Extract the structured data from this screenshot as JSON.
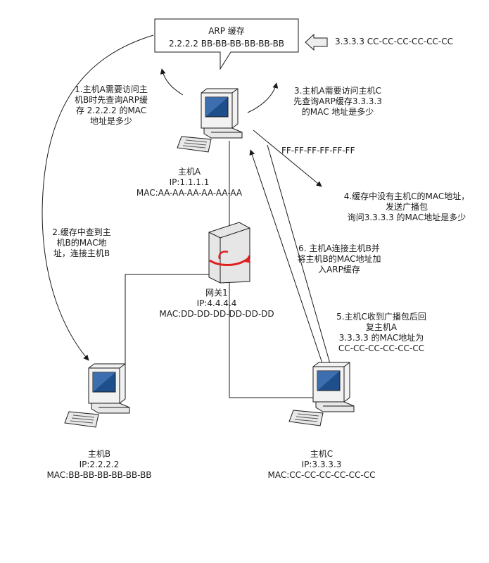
{
  "arp_cache": {
    "title": "ARP 缓存",
    "entry": "2.2.2.2 BB-BB-BB-BB-BB-BB",
    "incoming_entry": "3.3.3.3 CC-CC-CC-CC-CC-CC"
  },
  "hosts": {
    "a": {
      "name": "主机A",
      "ip": "IP:1.1.1.1",
      "mac": "MAC:AA-AA-AA-AA-AA-AA"
    },
    "b": {
      "name": "主机B",
      "ip": "IP:2.2.2.2",
      "mac": "MAC:BB-BB-BB-BB-BB-BB"
    },
    "c": {
      "name": "主机C",
      "ip": "IP:3.3.3.3",
      "mac": "MAC:CC-CC-CC-CC-CC-CC"
    }
  },
  "gateway": {
    "name": "网关1",
    "ip": "IP:4.4.4.4",
    "mac": "MAC:DD-DD-DD-DD-DD-DD"
  },
  "broadcast_mac": "FF-FF-FF-FF-FF-FF",
  "steps": {
    "s1": [
      "1.主机A需要访问主",
      "机B时先查询ARP缓",
      "存 2.2.2.2 的MAC",
      "地址是多少"
    ],
    "s2": [
      "2.缓存中查到主",
      "机B的MAC地",
      "址，连接主机B"
    ],
    "s3": [
      "3.主机A需要访问主机C",
      "先查询ARP缓存3.3.3.3",
      "的MAC 地址是多少"
    ],
    "s4": [
      "4.缓存中没有主机C的MAC地址，",
      "发送广播包",
      "询问3.3.3.3 的MAC地址是多少"
    ],
    "s5": [
      "5.主机C收到广播包后回",
      "复主机A",
      "3.3.3.3 的MAC地址为",
      "CC-CC-CC-CC-CC-CC"
    ],
    "s6": [
      "6. 主机A连接主机B并",
      "将主机B的MAC地址加",
      "入ARP缓存"
    ]
  },
  "colors": {
    "stroke": "#1a1a1a",
    "monitor_body": "#f2f2f2",
    "screen": "#1f4f8a",
    "gateway_body": "#e6e6e6",
    "gateway_arrow": "#e02020",
    "incoming_arrow_fill": "#eeeeee"
  }
}
